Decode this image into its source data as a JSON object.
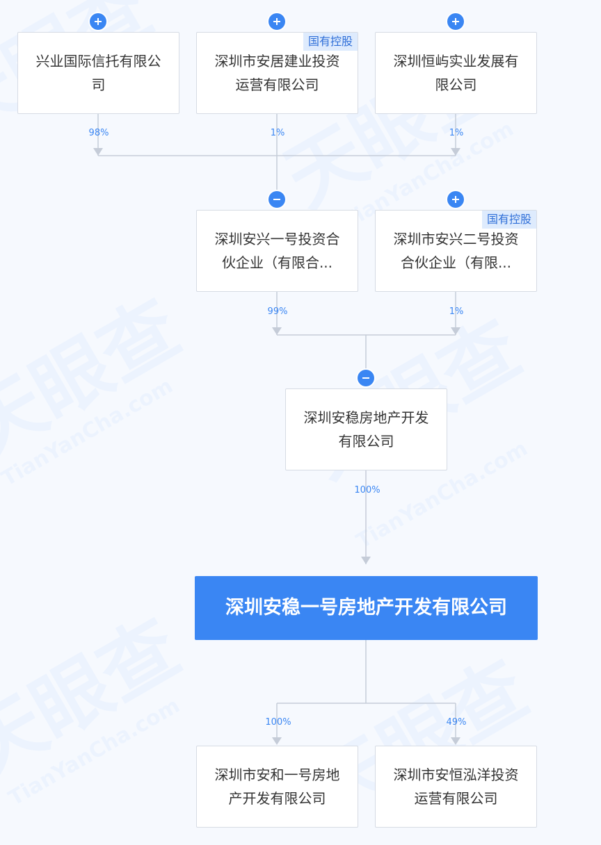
{
  "watermark": {
    "cn": "天眼查",
    "en": "TianYanCha.com"
  },
  "badge_label": "国有控股",
  "nodes": {
    "xingye": "兴业国际信托有限公司",
    "anju": "深圳市安居建业投资运营有限公司",
    "hengyu": "深圳恒屿实业发展有限公司",
    "anxing1": "深圳安兴一号投资合伙企业（有限合...",
    "anxing2": "深圳市安兴二号投资合伙企业（有限...",
    "anwen": "深圳安稳房地产开发有限公司",
    "main": "深圳安稳一号房地产开发有限公司",
    "anhe": "深圳市安和一号房地产开发有限公司",
    "hongyang": "深圳市安恒泓洋投资运营有限公司"
  },
  "shares": {
    "xingye": "98%",
    "anju": "1%",
    "hengyu": "1%",
    "anxing1": "99%",
    "anxing2": "1%",
    "anwen": "100%",
    "anhe": "100%",
    "hongyang": "49%"
  },
  "colors": {
    "accent": "#3a86f3",
    "line": "#c5ccd8",
    "background": "#f6f9fe"
  }
}
